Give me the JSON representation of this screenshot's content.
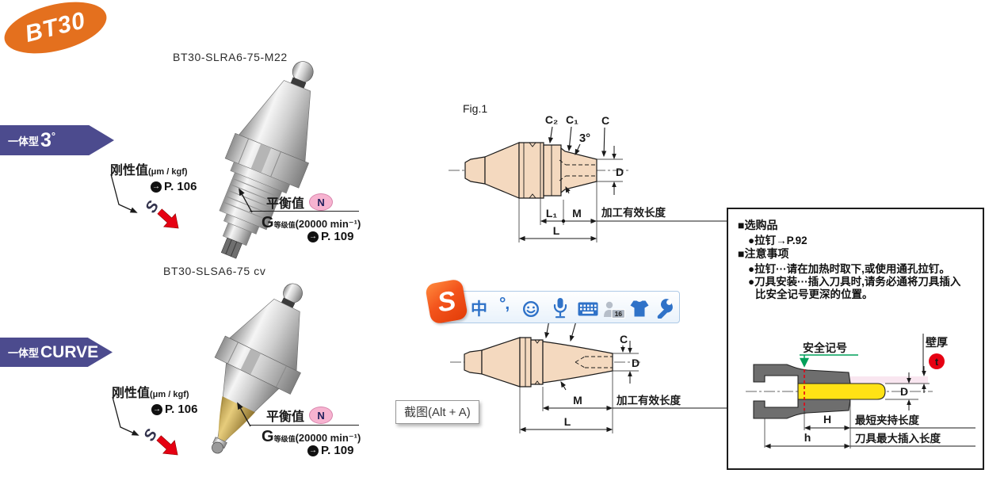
{
  "badge": {
    "label": "BT30"
  },
  "products": [
    {
      "title": "BT30-SLRA6-75-M22",
      "type_prefix": "一体型",
      "type_main": "3",
      "type_sup": "°"
    },
    {
      "title": "BT30-SLSA6-75 cv",
      "type_prefix": "一体型",
      "type_main": "CURVE",
      "type_sup": ""
    }
  ],
  "annot": {
    "rigidity": "刚性值",
    "rigidity_unit": "(μm / kgf)",
    "p106": "P. 106",
    "p109": "P. 109",
    "arrow": "→",
    "s_mark": "S",
    "balance": "平衡值",
    "balance_badge": "N",
    "g": "G",
    "g_grade": "等级值",
    "g_val": "(20000 min⁻¹)"
  },
  "fig1": {
    "title": "Fig.1",
    "c2": "C₂",
    "c1": "C₁",
    "c": "C",
    "deg": "3°",
    "d": "D",
    "l1": "L₁",
    "m": "M",
    "l": "L",
    "eff": "加工有效长度"
  },
  "fig2": {
    "c": "C",
    "d": "D",
    "m": "M",
    "l": "L",
    "eff": "加工有效长度"
  },
  "ime": {
    "logo": "S",
    "mode": "中",
    "punct": "°,",
    "level": "16",
    "tooltip": "截图(Alt + A)"
  },
  "info_box": {
    "optional_header": "■选购品",
    "optional_item": "●拉钉→P.92",
    "notes_header": "■注意事项",
    "note1": "●拉钉···请在加热时取下,或使用通孔拉钉。",
    "note2": "●刀具安装···插入刀具时,请务必通将刀具插入",
    "note2_cont": "比安全记号更深的位置。"
  },
  "safety": {
    "mark": "安全记号",
    "wall": "壁厚",
    "t": "t",
    "d": "D",
    "H": "H",
    "h": "h",
    "min_grip": "最短夹持长度",
    "max_insert": "刀具最大插入长度"
  },
  "colors": {
    "badge": "#e4701e",
    "pennant": "#4c4b8e",
    "drawing_fill": "#f4d9bf",
    "ime_blue": "#2f72c8",
    "sogou_orange": "#f05a23",
    "green": "#00a05a",
    "red": "#e60012",
    "pink_badge": "#f7b3d0",
    "pink_band": "#f9e6f0",
    "tool_yellow": "#ffe215",
    "holder_gray": "#6e6e6e"
  }
}
